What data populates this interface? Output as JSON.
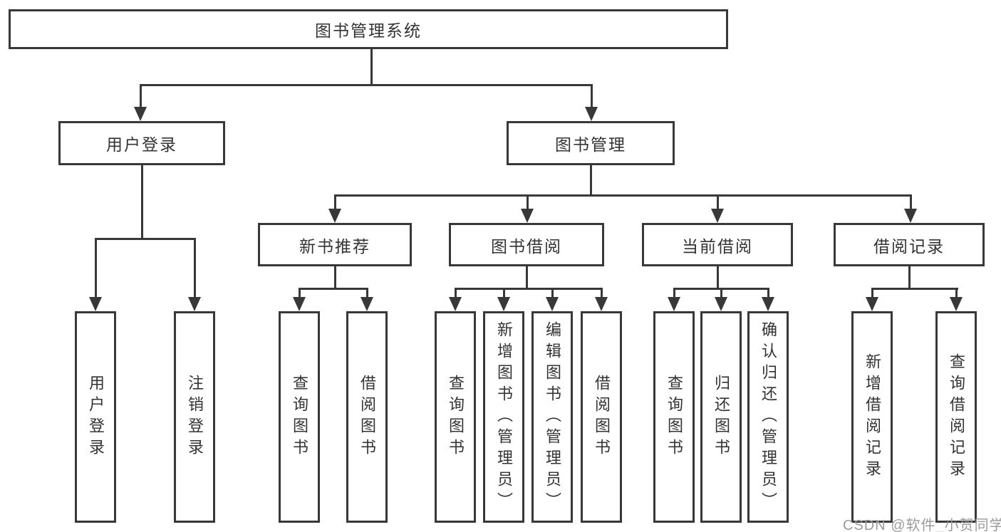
{
  "nodes": {
    "root": "图书管理系统",
    "user_login": "用户登录",
    "book_mgmt": "图书管理",
    "new_book_rec": "新书推荐",
    "book_borrow": "图书借阅",
    "current_borrow": "当前借阅",
    "borrow_records": "借阅记录",
    "leaf_user_login": "用户登录",
    "leaf_logout": "注销登录",
    "leaf_rec_query_book": "查询图书",
    "leaf_rec_borrow_book": "借阅图书",
    "leaf_bb_query_book": "查询图书",
    "leaf_bb_add_book": "新增图书（管理员）",
    "leaf_bb_edit_book": "编辑图书（管理员）",
    "leaf_bb_borrow_book": "借阅图书",
    "leaf_cb_query_book": "查询图书",
    "leaf_cb_return_book": "归还图书",
    "leaf_cb_confirm_return": "确认归还（管理员）",
    "leaf_br_add_record": "新增借阅记录",
    "leaf_br_query_record": "查询借阅记录"
  },
  "tree": {
    "图书管理系统": [
      "用户登录",
      "图书管理"
    ],
    "用户登录": [
      "用户登录",
      "注销登录"
    ],
    "图书管理": [
      "新书推荐",
      "图书借阅",
      "当前借阅",
      "借阅记录"
    ],
    "新书推荐": [
      "查询图书",
      "借阅图书"
    ],
    "图书借阅": [
      "查询图书",
      "新增图书（管理员）",
      "编辑图书（管理员）",
      "借阅图书"
    ],
    "当前借阅": [
      "查询图书",
      "归还图书",
      "确认归还（管理员）"
    ],
    "借阅记录": [
      "新增借阅记录",
      "查询借阅记录"
    ]
  },
  "watermark": "CSDN @软件_小贺同学",
  "colors": {
    "line": "#383838",
    "text": "#333333",
    "background": "#ffffff",
    "watermark": "#9b9b9b"
  }
}
